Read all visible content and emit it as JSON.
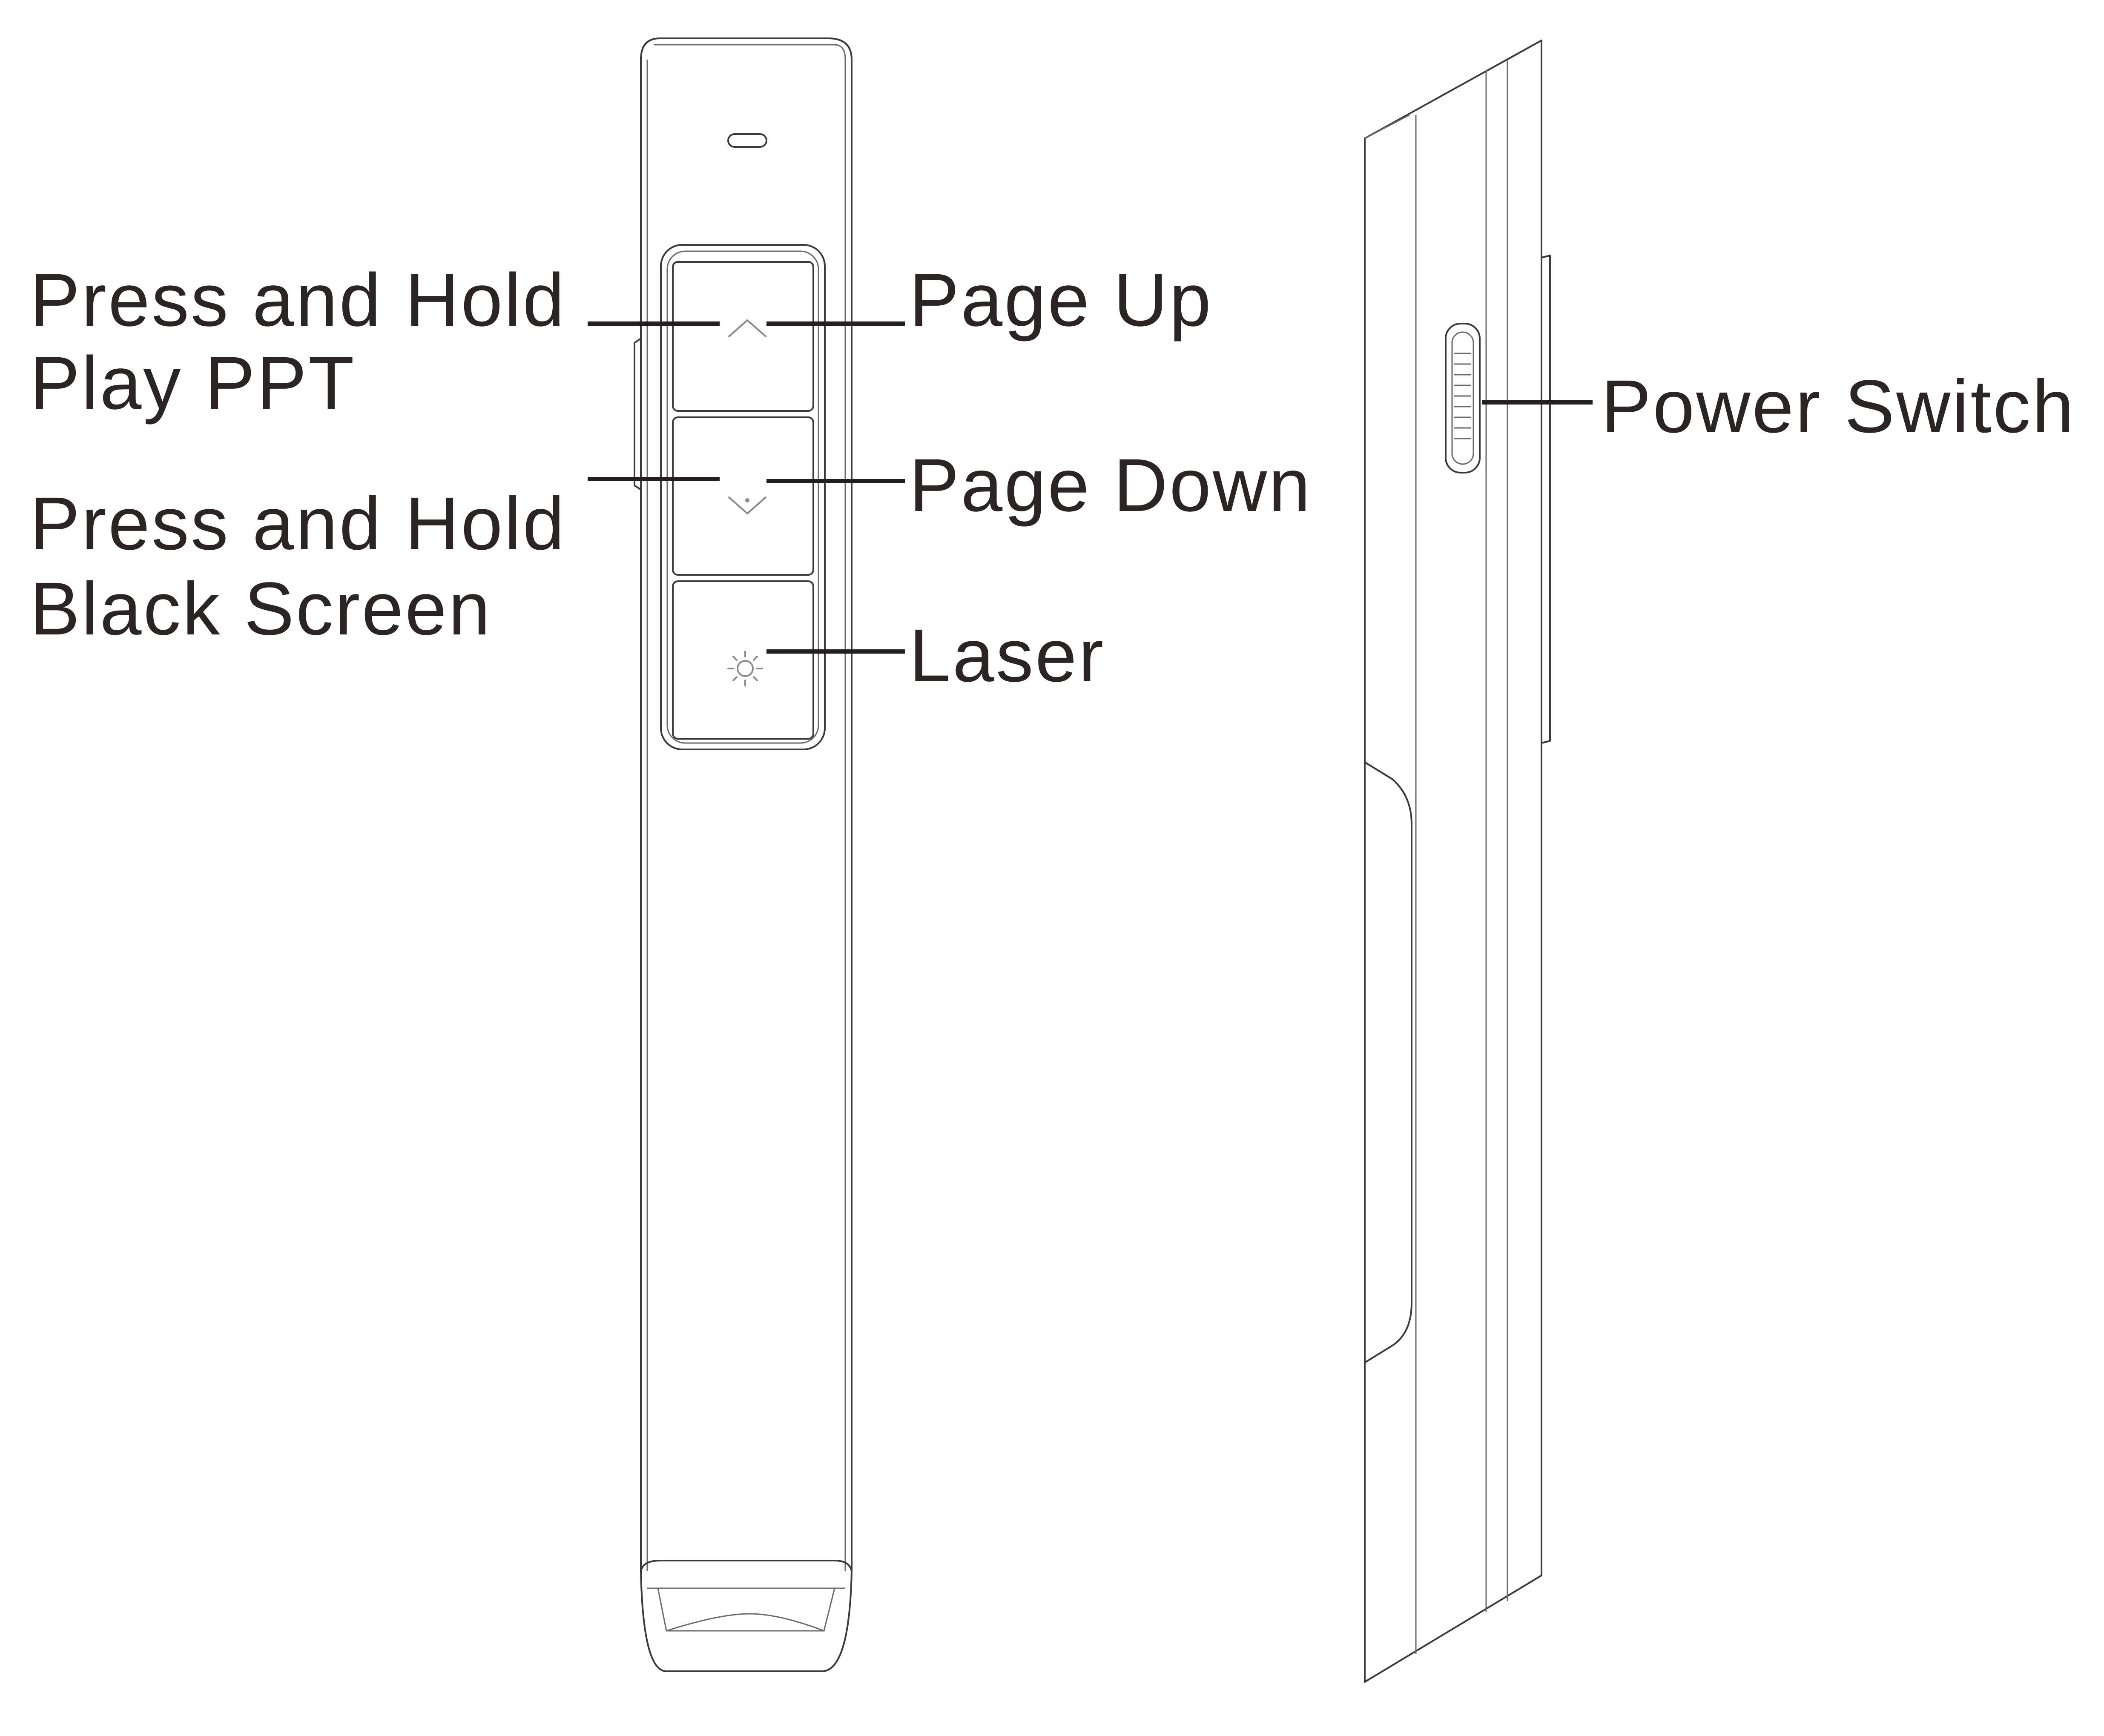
{
  "labels": {
    "play_ppt_line1": "Press and Hold",
    "play_ppt_line2": "Play PPT",
    "black_screen_line1": "Press and Hold",
    "black_screen_line2": "Black Screen",
    "page_up": "Page Up",
    "page_down": "Page Down",
    "laser": "Laser",
    "power_switch": "Power Switch"
  },
  "icons": {
    "up_button": "chevron-up-icon",
    "down_button": "chevron-down-icon",
    "laser_button": "sun-icon"
  },
  "colors": {
    "text": "#2b2424",
    "outline": "#3a3a3a"
  }
}
